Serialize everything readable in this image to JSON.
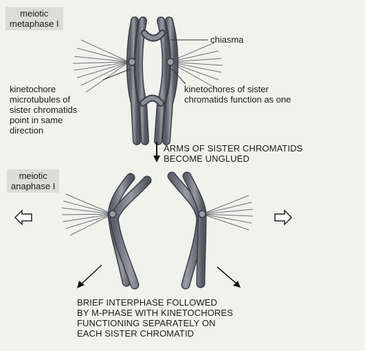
{
  "figure": {
    "stage_metaphase": "meiotic\nmetaphase I",
    "label_chiasma": "chiasma",
    "label_microtubules": "kinetochore\nmicrotubules of\nsister chromatids\npoint in same\ndirection",
    "label_kinetochores_one": "kinetochores of sister\nchromatids function as one",
    "label_arms_unglued": "ARMS OF SISTER CHROMATIDS\nBECOME UNGLUED",
    "stage_anaphase": "meiotic\nanaphase I",
    "label_interphase": "BRIEF INTERPHASE FOLLOWED\nBY M-PHASE WITH KINETOCHORES\nFUNCTIONING SEPARATELY ON\nEACH SISTER CHROMATID"
  },
  "colors": {
    "chromosome": "#7a7d86",
    "chromosome_dark": "#3a3c44",
    "fiber": "#6c6e74",
    "text": "#1a1a1a",
    "label_bg": "#dcdcd9"
  }
}
